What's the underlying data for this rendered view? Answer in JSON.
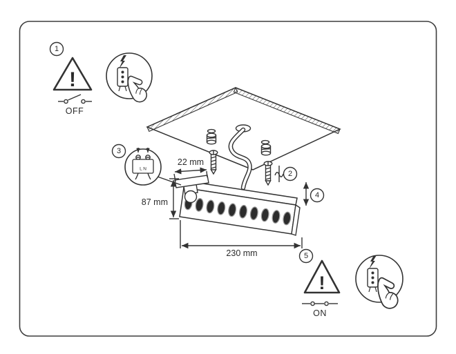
{
  "badges": {
    "s1": "1",
    "s2": "2",
    "s3": "3",
    "s4": "4",
    "s5": "5"
  },
  "switches": {
    "off": "OFF",
    "on": "ON"
  },
  "dimensions": {
    "bracket_width": "22 mm",
    "height": "87 mm",
    "length": "230 mm"
  },
  "terminal": {
    "labels": "L N"
  },
  "warning": {
    "mark": "!"
  },
  "icons": {
    "magnifier_top": "press-connector-with-hand",
    "magnifier_terminal": "wiring-terminal-L-N",
    "magnifier_bottom": "press-connector-with-hand",
    "lightning": "electric-hazard-bolt"
  },
  "colors": {
    "line": "#333333",
    "lens": "#2c2c2c",
    "background": "#ffffff"
  }
}
